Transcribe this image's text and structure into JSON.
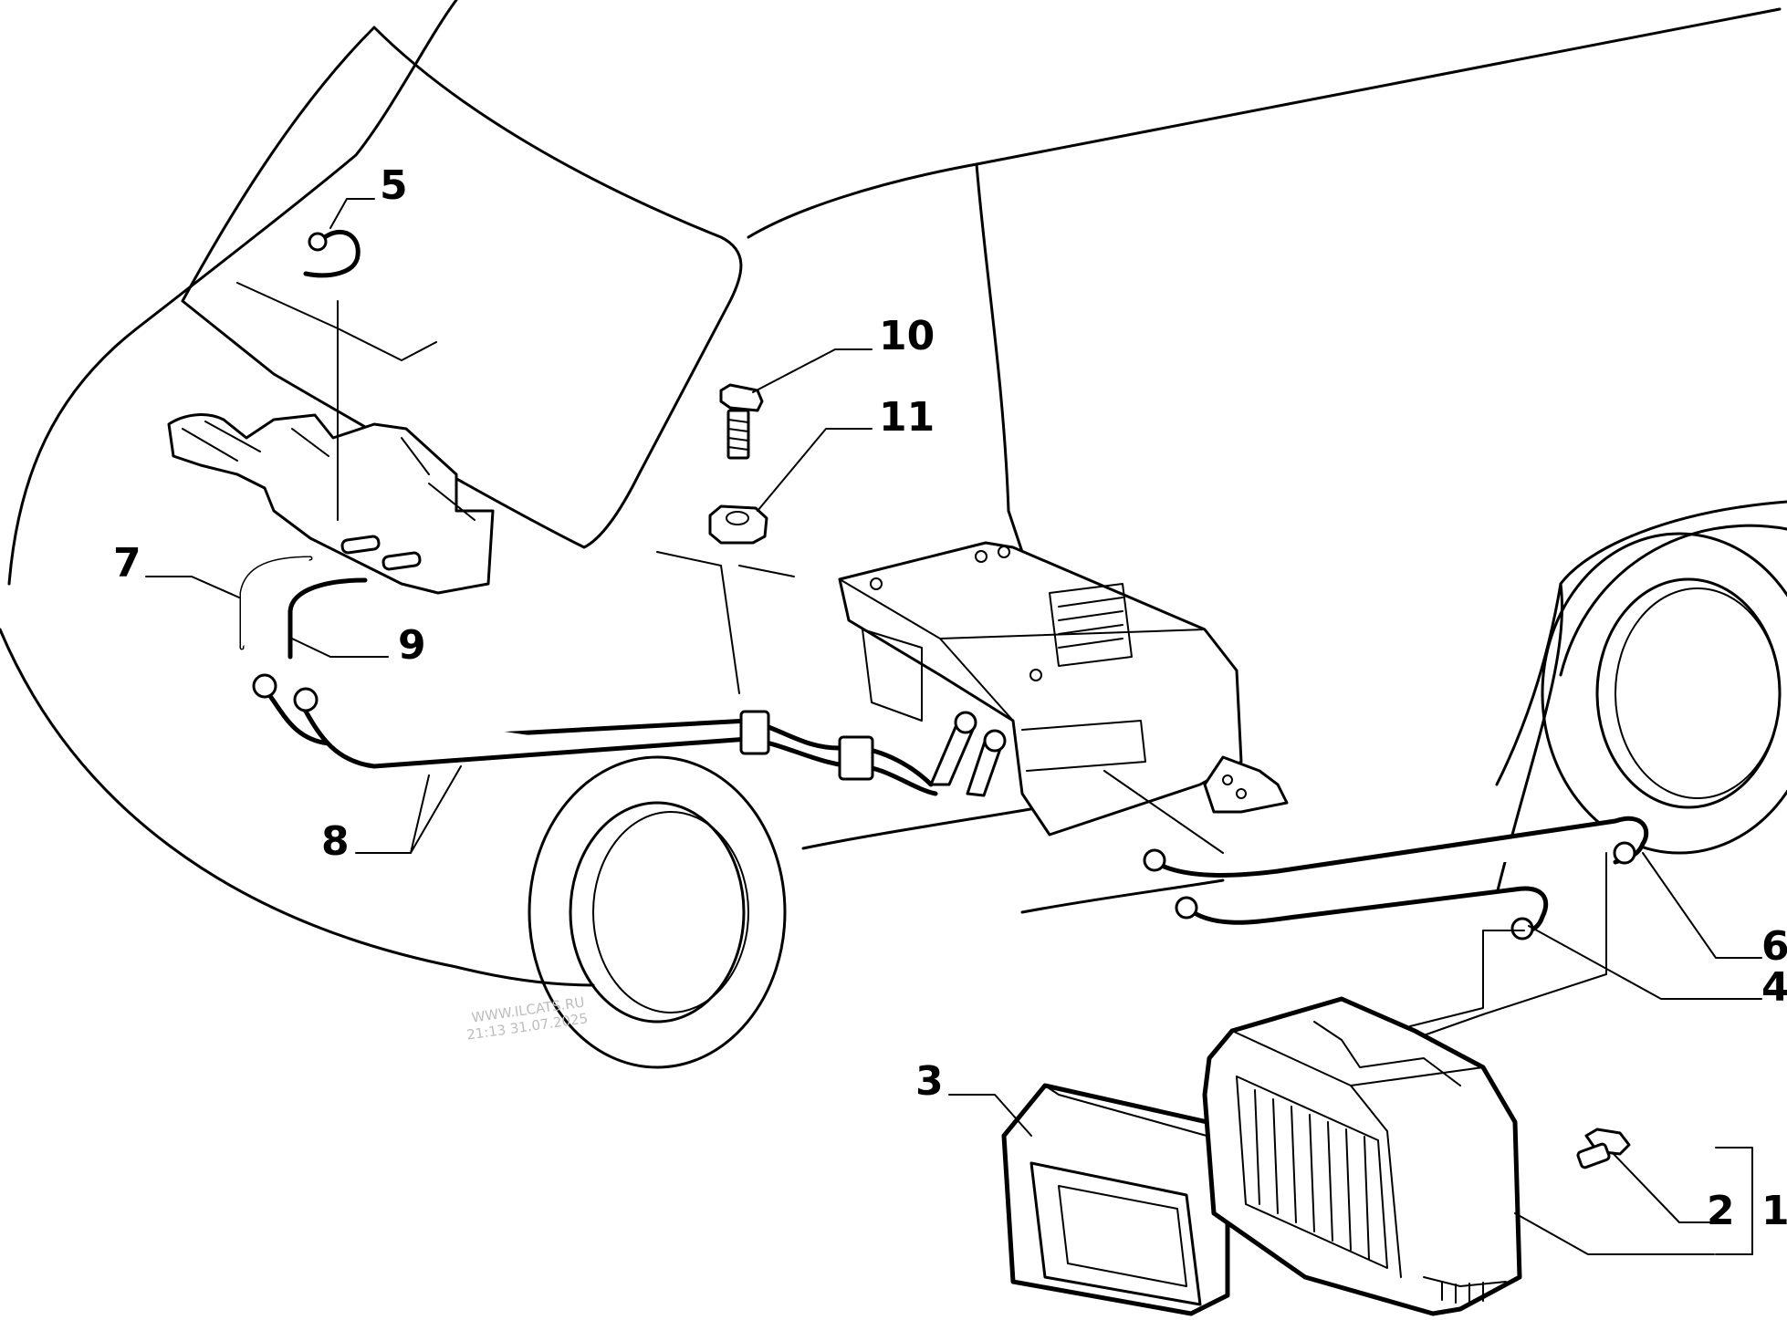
{
  "callouts": [
    {
      "id": "1",
      "text": "1"
    },
    {
      "id": "2",
      "text": "2"
    },
    {
      "id": "3",
      "text": "3"
    },
    {
      "id": "4",
      "text": "4"
    },
    {
      "id": "5",
      "text": "5"
    },
    {
      "id": "6",
      "text": "6"
    },
    {
      "id": "7",
      "text": "7"
    },
    {
      "id": "8",
      "text": "8"
    },
    {
      "id": "9",
      "text": "9"
    },
    {
      "id": "10",
      "text": "10"
    },
    {
      "id": "11",
      "text": "11"
    }
  ],
  "watermark": {
    "line1": "WWW.ILCATS.RU",
    "line2": "21:13 31.07.2025"
  },
  "colors": {
    "ink": "#000000",
    "paper": "#ffffff",
    "watermark": "#bdbdbd"
  }
}
